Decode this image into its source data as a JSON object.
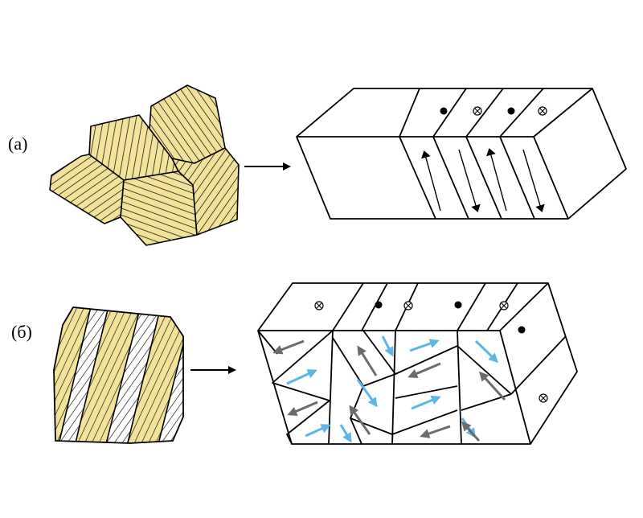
{
  "panels": [
    {
      "label": "(а)"
    },
    {
      "label": "(б)"
    }
  ],
  "colors": {
    "grain_fill": "#f3e29a",
    "stripe": "#1a1a1a",
    "line": "#000000",
    "arrow_dark": "#6b6b6b",
    "arrow_blue": "#5cb6e6",
    "background": "#ffffff"
  },
  "icons": {
    "dot": "current-out-of-page-symbol",
    "cross": "current-into-page-symbol"
  }
}
